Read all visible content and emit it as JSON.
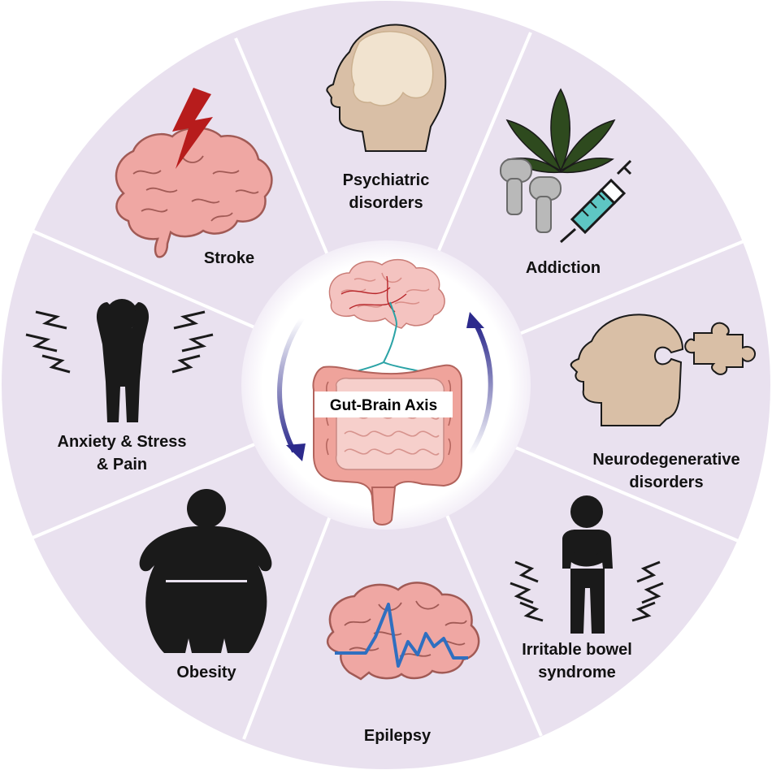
{
  "center": {
    "title": "Gut-Brain Axis"
  },
  "segments": [
    {
      "id": "psychiatric",
      "lines": [
        "Psychiatric",
        "disorders"
      ],
      "icon": "head-profile-brain-icon"
    },
    {
      "id": "addiction",
      "lines": [
        "Addiction"
      ],
      "icon": "cannabis-pills-syringe-icon"
    },
    {
      "id": "neurodegenerative",
      "lines": [
        "Neurodegenerative",
        "disorders"
      ],
      "icon": "head-puzzle-icon"
    },
    {
      "id": "ibs",
      "lines": [
        "Irritable bowel",
        "syndrome"
      ],
      "icon": "person-stomach-pain-icon"
    },
    {
      "id": "epilepsy",
      "lines": [
        "Epilepsy"
      ],
      "icon": "brain-seizure-wave-icon"
    },
    {
      "id": "obesity",
      "lines": [
        "Obesity"
      ],
      "icon": "obese-person-icon"
    },
    {
      "id": "anxiety",
      "lines": [
        "Anxiety & Stress",
        "& Pain"
      ],
      "icon": "stressed-person-icon"
    },
    {
      "id": "stroke",
      "lines": [
        "Stroke"
      ],
      "icon": "brain-lightning-icon"
    }
  ],
  "colors": {
    "segment_fill": "#E9E1EF",
    "divider": "#FFFFFF",
    "head": "#D9BFA6",
    "brain": "#EFA7A3",
    "brain_outline": "#A15A55",
    "silhouette": "#1A1A1A",
    "arrow": "#2C2A8C",
    "lightning": "#B71C1C",
    "cannabis": "#2E4A1E",
    "syringe_fluid": "#5EC6C3",
    "wave": "#2F6FC0"
  }
}
